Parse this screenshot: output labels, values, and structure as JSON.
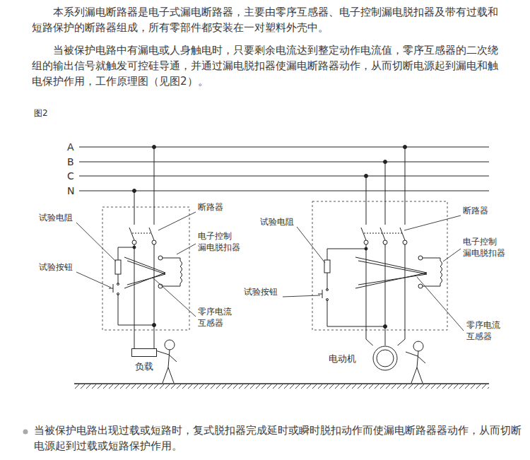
{
  "diagram": {
    "nodes": [
      {
        "text": [
          "负载"
        ]
      },
      {
        "text": [
          "电动机"
        ]
      }
    ],
    "labels": [
      "本系列漏电断路器是电子式漏电断路器，主要由零序互感器、电子控制漏电脱扣器及带有过载和短路保护的断路器组成，所有零部件都安装在一对塑料外壳中。",
      "当被保护电路中有漏电或人身触电时，只要剩余电流达到整定动作电流值，零序互感器的二次绕组的输出信号就触发可控硅导通，并通过漏电脱扣器使漏电断路器动作，从而切断电源起到漏电和触电保护作用，工作原理图（见图2）。",
      "图2",
      "A",
      "B",
      "C",
      "N",
      "试验电阻",
      "断路器",
      "电子控制 漏电脱扣器",
      "试验按钮",
      "零序电流 互感器",
      "试验电阻",
      "断路器",
      "电子控制 漏电脱扣器",
      "试验按钮",
      "零序电流 互感器",
      "当被保护电路出现过载或短路时，复式脱扣器完成延时或瞬时脱扣动作而使漏电断路器器动作，从而切断电源起到过载或短路保护作用。"
    ]
  }
}
